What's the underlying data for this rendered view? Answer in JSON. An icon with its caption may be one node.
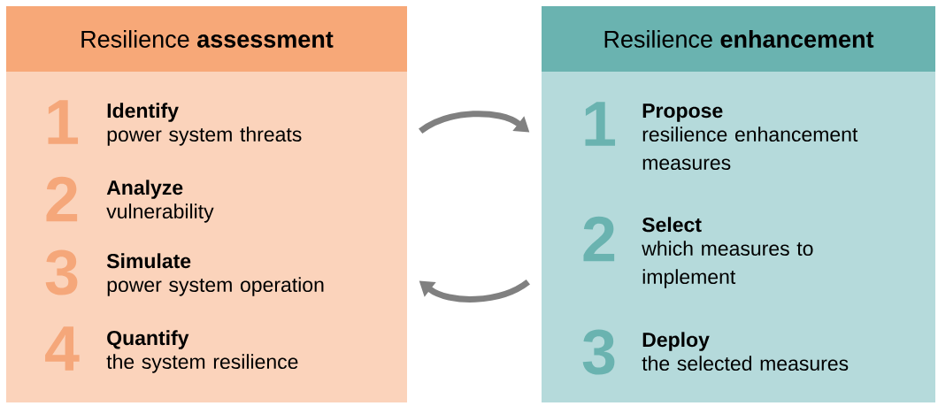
{
  "diagram": {
    "nodes": [
      {
        "text": [
          "Resilience **assessment**"
        ]
      },
      {
        "text": [
          "Resilience **enhancement**"
        ]
      },
      {
        "text": [
          "1",
          "Identify",
          "power system threats"
        ],
        "in": 0
      },
      {
        "text": [
          "2",
          "Analyze",
          "vulnerability"
        ],
        "in": 0
      },
      {
        "text": [
          "3",
          "Simulate",
          "power system operation"
        ],
        "in": 0
      },
      {
        "text": [
          "4",
          "Quantify",
          "the system resilience"
        ],
        "in": 0
      },
      {
        "text": [
          "1",
          "Propose",
          "resilience enhancement measures"
        ],
        "in": 1
      },
      {
        "text": [
          "2",
          "Select",
          "which measures to implement"
        ],
        "in": 1
      },
      {
        "text": [
          "3",
          "Deploy",
          "the selected measures"
        ],
        "in": 1
      }
    ],
    "edges": [
      {
        "from": 0,
        "to": 1,
        "arrow": "to"
      },
      {
        "from": 1,
        "to": 0,
        "arrow": "to"
      }
    ]
  }
}
